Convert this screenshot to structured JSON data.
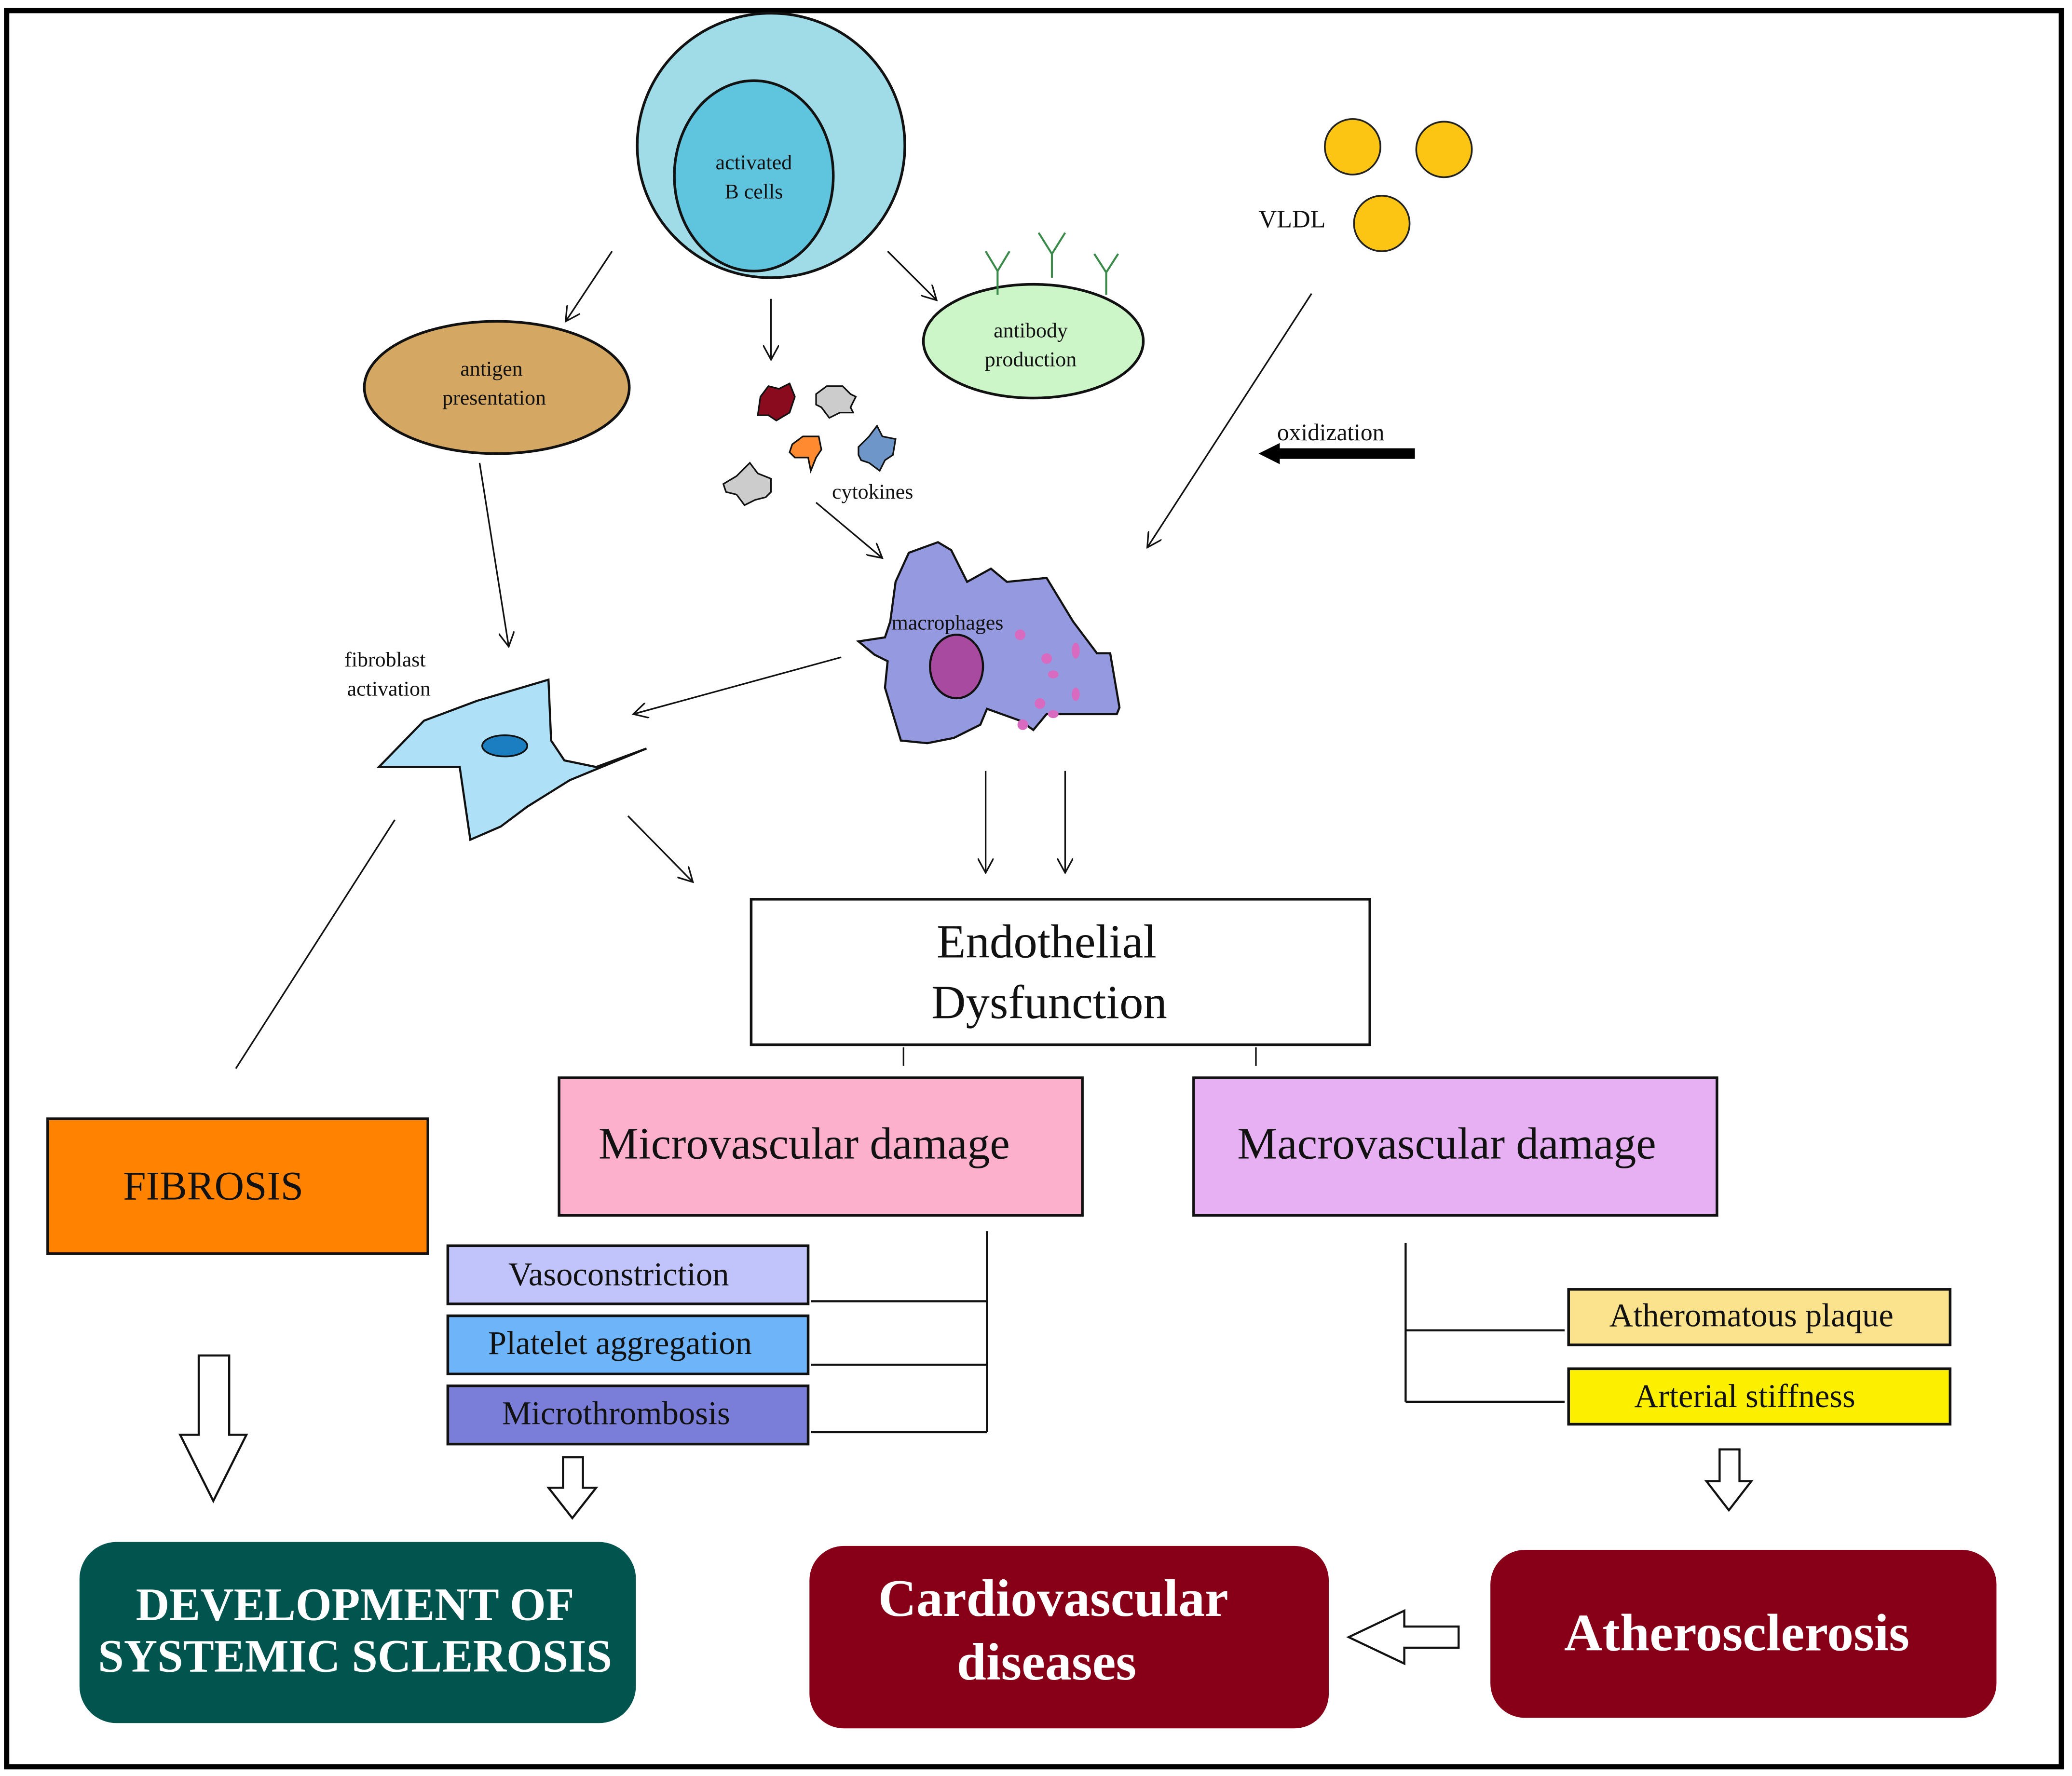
{
  "figure": {
    "type": "pathophysiology flow diagram",
    "colors": {
      "b_cell_outer": "#a0dce8",
      "b_cell_inner": "#5fc4de",
      "antigen_presentation": "#d4a862",
      "antibody_production": "#ccf5c8",
      "antibody_glyph": "#3a8a4a",
      "vldl": "#fcc514",
      "macrophage": "#959ae0",
      "macrophage_nucleus": "#a84aa0",
      "macrophage_granule": "#d86ac0",
      "fibroblast": "#aee0f8",
      "fibroblast_nucleus": "#1a7ec0",
      "cytokine_dark_red": "#8a0a1e",
      "cytokine_gray": "#cccccc",
      "cytokine_orange": "#ff8a30",
      "cytokine_blue": "#6e96c8",
      "fibrosis": "#ff8200",
      "microvascular": "#fcb0cb",
      "macrovascular": "#e6b0f2",
      "vasoconstriction": "#c0c4fa",
      "platelet_aggregation": "#6eb4f8",
      "microthrombosis": "#7a7ed8",
      "atheromatous_plaque": "#fbe28c",
      "arterial_stiffness": "#fcf000",
      "systemic_sclerosis": "#02554f",
      "cardiovascular": "#880018",
      "atherosclerosis": "#880018"
    }
  },
  "cells": {
    "b_cells": "activated\nB cells",
    "b_cells_line1": "activated",
    "b_cells_line2": "B cells",
    "antigen_line1": "antigen",
    "antigen_line2": "presentation",
    "antibody_line1": "antibody",
    "antibody_line2": "production",
    "cytokines": "cytokines",
    "vldl": "VLDL",
    "oxidization": "oxidization",
    "macrophages": "macrophages",
    "fibroblast_line1": "fibroblast",
    "fibroblast_line2": "activation"
  },
  "boxes": {
    "endothelial_line1": "Endothelial",
    "endothelial_line2": "Dysfunction",
    "microvascular": "Microvascular damage",
    "macrovascular": "Macrovascular damage",
    "fibrosis": "FIBROSIS",
    "micro_items": [
      "Vasoconstriction",
      "Platelet aggregation",
      "Microthrombosis"
    ],
    "macro_items": [
      "Atheromatous plaque",
      "Arterial stiffness"
    ]
  },
  "outcomes": {
    "systemic_sclerosis_line1": "DEVELOPMENT OF",
    "systemic_sclerosis_line2": "SYSTEMIC SCLEROSIS",
    "cardiovascular_line1": "Cardiovascular",
    "cardiovascular_line2": "diseases",
    "atherosclerosis": "Atherosclerosis"
  }
}
